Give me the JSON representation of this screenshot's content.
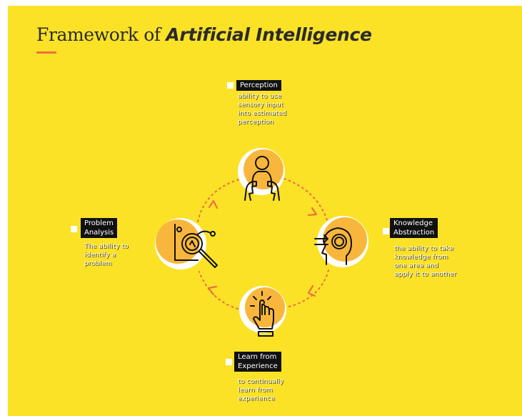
{
  "title": {
    "plain": "Framework of ",
    "strong": "Artificial Intelligence"
  },
  "colors": {
    "background": "#fbe227",
    "circle_fill": "#f8b73c",
    "circle_ring": "#ffffff",
    "accent": "#ef6f3b",
    "dark": "#111111"
  },
  "nodes": [
    {
      "id": "perception",
      "icon": "two-heads-icon",
      "title": "Perception",
      "description": [
        "ability to use",
        "sensory input",
        "into estimated",
        "perception"
      ]
    },
    {
      "id": "knowledge",
      "icon": "head-with-arrows-icon",
      "title": "Knowledge\nAbstraction",
      "description": [
        "the ability to take",
        "knowledge from",
        "one area and",
        "apply it to another"
      ]
    },
    {
      "id": "learn",
      "icon": "pointing-hand-icon",
      "title": "Learn from\nExperience",
      "description": [
        "to continually",
        "learn from",
        "experience"
      ]
    },
    {
      "id": "problem",
      "icon": "magnifier-chart-icon",
      "title": "Problem\nAnalysis",
      "description": [
        "The ability to",
        "identify a",
        "problem"
      ]
    }
  ]
}
